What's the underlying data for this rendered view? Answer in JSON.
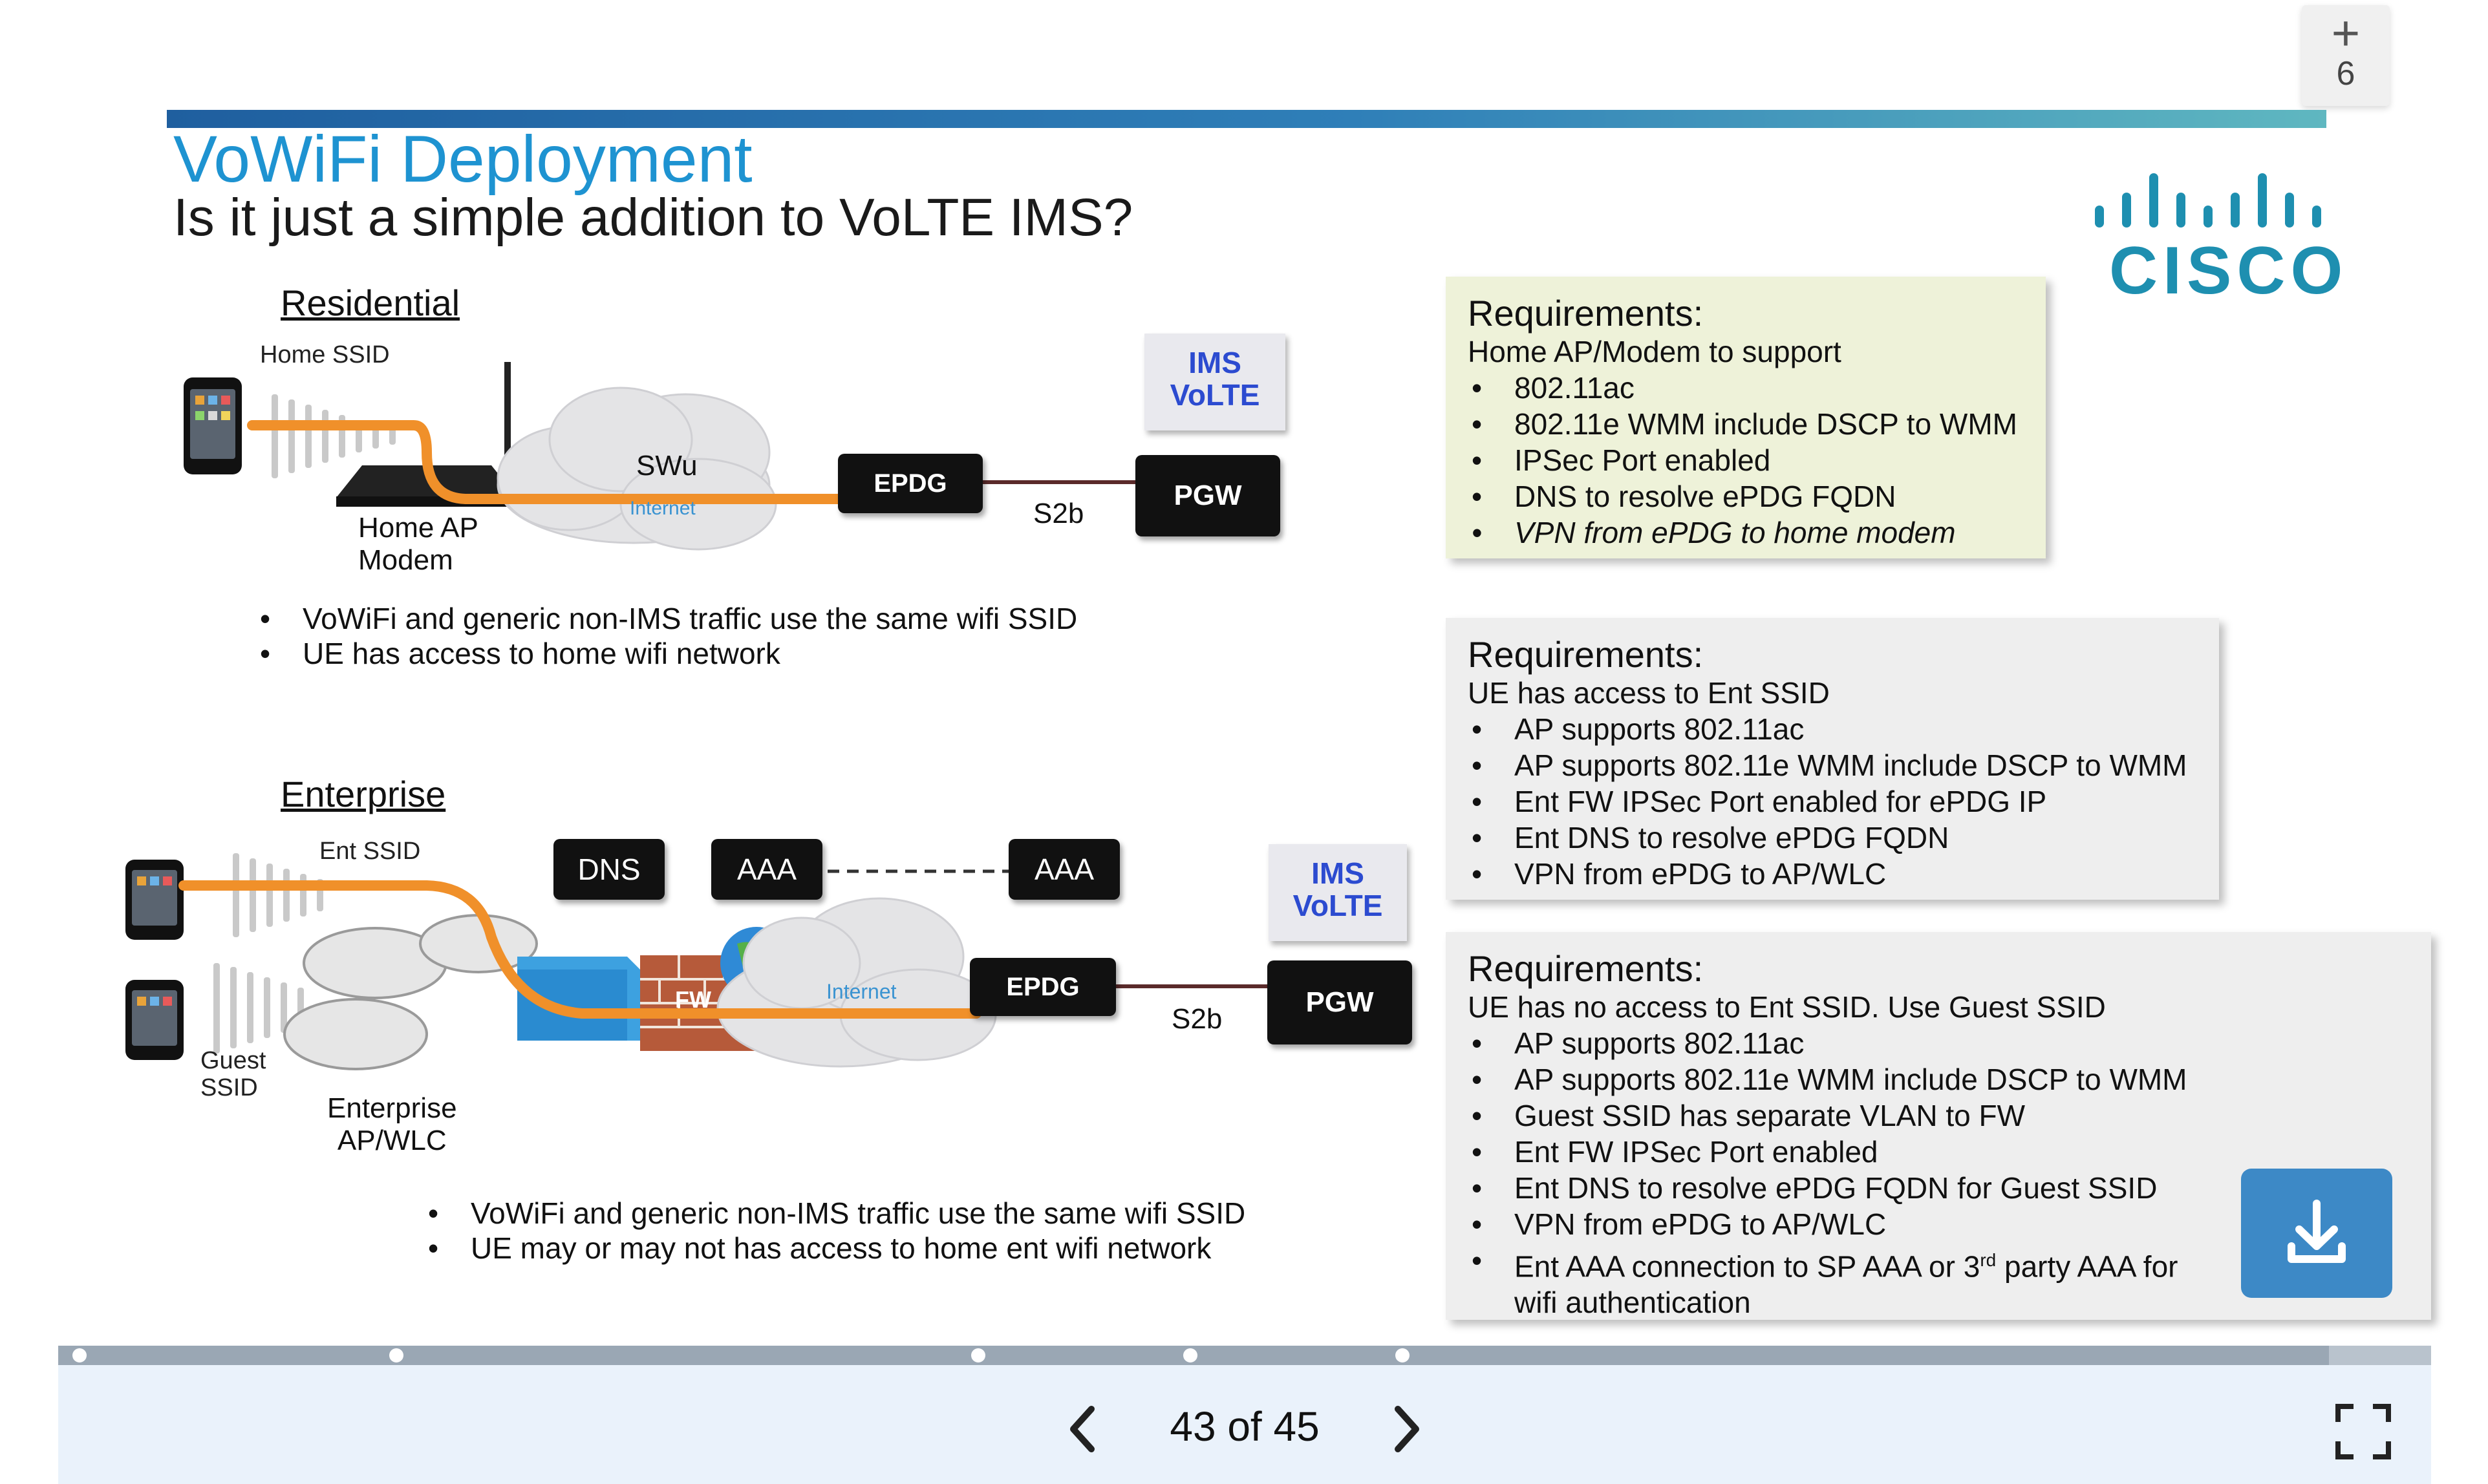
{
  "counter": {
    "plus": "+",
    "count": "6"
  },
  "slide": {
    "title": "VoWiFi Deployment",
    "subtitle": "Is it just a simple addition to VoLTE IMS?",
    "logo_text": "CISCO"
  },
  "residential": {
    "section": "Residential",
    "home_ssid": "Home SSID",
    "ap_label_1": "Home AP",
    "ap_label_2": "Modem",
    "swu": "SWu",
    "internet": "Internet",
    "epdg": "EPDG",
    "s2b": "S2b",
    "pgw": "PGW",
    "ims_1": "IMS",
    "ims_2": "VoLTE",
    "bullets": [
      "VoWiFi and generic non-IMS traffic use the same wifi SSID",
      "UE has access to home wifi network"
    ]
  },
  "enterprise": {
    "section": "Enterprise",
    "ent_ssid": "Ent SSID",
    "guest_ssid_1": "Guest",
    "guest_ssid_2": "SSID",
    "ap_label_1": "Enterprise",
    "ap_label_2": "AP/WLC",
    "dns": "DNS",
    "aaa_left": "AAA",
    "aaa_right": "AAA",
    "fw": "FW",
    "internet": "Internet",
    "epdg": "EPDG",
    "s2b": "S2b",
    "pgw": "PGW",
    "ims_1": "IMS",
    "ims_2": "VoLTE",
    "bullets": [
      "VoWiFi and generic non-IMS traffic use the same wifi SSID",
      "UE may or may not has access to home ent wifi network"
    ]
  },
  "req1": {
    "heading": "Requirements:",
    "lead": "Home AP/Modem to support",
    "items": [
      "802.11ac",
      "802.11e WMM include DSCP to WMM",
      "IPSec Port enabled",
      "DNS to resolve ePDG FQDN",
      "VPN from ePDG to home modem"
    ]
  },
  "req2": {
    "heading": "Requirements:",
    "lead": "UE has access to Ent SSID",
    "items": [
      "AP supports 802.11ac",
      "AP supports 802.11e WMM include DSCP to WMM",
      "Ent FW IPSec Port enabled for ePDG IP",
      "Ent DNS to resolve ePDG FQDN",
      "VPN from ePDG to AP/WLC"
    ]
  },
  "req3": {
    "heading": "Requirements:",
    "lead": "UE has no access to Ent SSID. Use Guest SSID",
    "items": [
      "AP supports 802.11ac",
      "AP supports 802.11e WMM include DSCP to WMM",
      "Guest SSID has separate VLAN to FW",
      "Ent FW IPSec Port enabled",
      "Ent DNS to resolve ePDG FQDN for Guest SSID",
      "VPN from ePDG to AP/WLC"
    ],
    "last_pre": "Ent AAA connection to SP AAA or 3",
    "last_sup": "rd",
    "last_post": " party AAA for wifi authentication"
  },
  "nav": {
    "page": "43 of 45"
  },
  "colors": {
    "accent_title": "#1e93d1",
    "orange_link": "#f0902a",
    "download_button": "#3d89c6"
  }
}
